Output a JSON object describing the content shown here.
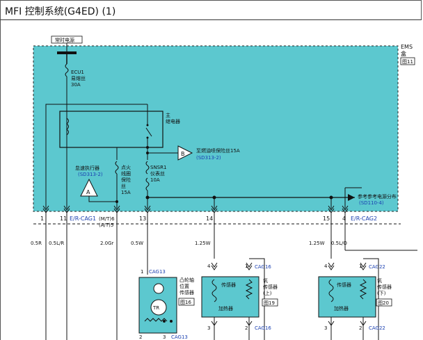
{
  "title": "MFI 控制系统(G4ED) (1)",
  "power_label": "常时电源",
  "ems_box": {
    "line1": "EMS",
    "line2": "盒",
    "ref": "图11"
  },
  "fuse_ecu1": {
    "name": "ECU1",
    "line2": "易熔丝",
    "rating": "30A"
  },
  "main_relay": {
    "line1": "主",
    "line2": "继电器"
  },
  "fuel_pump_fuse": {
    "text": "至燃油喷保险丝15A",
    "ref": "(SD313-2)",
    "connector": "B"
  },
  "idle_actuator": {
    "text": "怠速执行器",
    "ref": "(SD313-2)",
    "connector": "A"
  },
  "ign_fuse": {
    "l1": "点火",
    "l2": "线圈",
    "l3": "保险",
    "l4": "丝",
    "rating": "15A"
  },
  "snsr1_fuse": {
    "name": "SNSR1",
    "line2": "仪表丝",
    "rating": "10A"
  },
  "ref_power": {
    "text": "参考参考电源分布",
    "ref": "(SD110-4)"
  },
  "pins": {
    "p1": "1",
    "p11": "11",
    "er_cag1": "E/R-CAG1",
    "mt": "(M/T)6",
    "at": "(A/T)5",
    "p13": "13",
    "p14": "14",
    "p15": "15",
    "p4": "4",
    "er_cag2": "E/R-CAG2"
  },
  "wires": {
    "w1": "0.5R",
    "w2": "0.5L/R",
    "w3": "2.0Gr",
    "w4": "0.5W",
    "w5": "1.25W",
    "w6": "1.25W",
    "w7": "0.5L/O"
  },
  "cam_sensor": {
    "pin_top": "1",
    "cag_top": "CAG13",
    "l1": "凸轮轴",
    "l2": "位置",
    "l3": "传感器",
    "ref": "图16",
    "tr": "TR",
    "pin_b1": "2",
    "pin_b2": "3",
    "cag_bottom": "CAG13"
  },
  "o2_upper": {
    "pin_tl": "4",
    "pin_tr": "1",
    "cag_top": "CAG16",
    "sensor": "传感器",
    "heater": "加热器",
    "l1": "氧",
    "l2": "传感器",
    "l3": "(上)",
    "ref": "图19",
    "pin_bl": "3",
    "pin_br": "2",
    "cag_bottom": "CAG16"
  },
  "o2_lower": {
    "pin_tl": "4",
    "pin_tr": "1",
    "cag_top": "CAG22",
    "sensor": "传感器",
    "heater": "加热器",
    "l1": "氧",
    "l2": "传感器",
    "l3": "(下)",
    "ref": "图20",
    "pin_bl": "3",
    "pin_br": "2",
    "cag_bottom": "CAG22"
  },
  "colors": {
    "ems_fill": "#5cc8cf",
    "ref_blue": "#1a3fb0",
    "line": "#111111"
  }
}
